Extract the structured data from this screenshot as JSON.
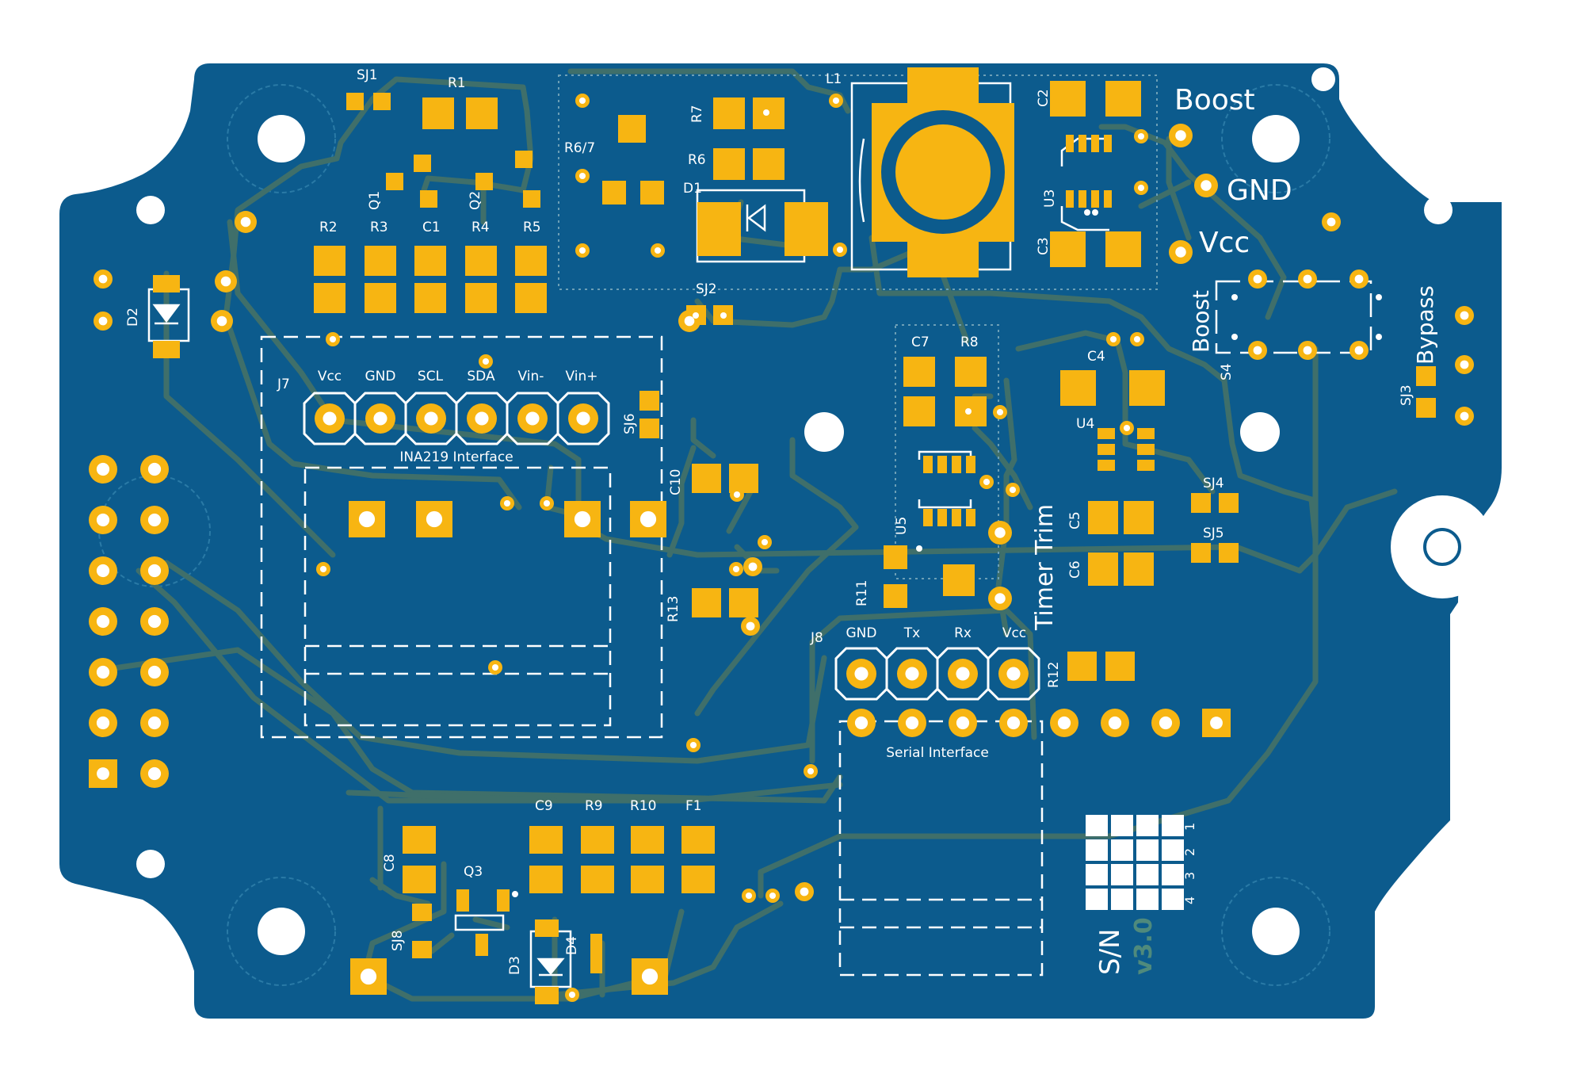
{
  "colors": {
    "background": "#ffffff",
    "board": "#0c5b8d",
    "trace": "#3f6f6a",
    "pad": "#f7b512",
    "silkscreen": "#ffffff",
    "drill": "#ffffff",
    "version_text": "#4f8a7c"
  },
  "designators": {
    "sj1": "SJ1",
    "r1": "R1",
    "l1": "L1",
    "c2": "C2",
    "r7": "R7",
    "r67": "R6/7",
    "r6": "R6",
    "d1": "D1",
    "q1": "Q1",
    "q2": "Q2",
    "u3": "U3",
    "r2": "R2",
    "r3": "R3",
    "c1": "C1",
    "r4": "R4",
    "r5": "R5",
    "c3": "C3",
    "sj2": "SJ2",
    "d2": "D2",
    "j7": "J7",
    "sj6": "SJ6",
    "c7": "C7",
    "r8": "R8",
    "c4": "C4",
    "u4": "U4",
    "s4": "S4",
    "sj3": "SJ3",
    "sj4": "SJ4",
    "sj5": "SJ5",
    "c10": "C10",
    "u5": "U5",
    "c5": "C5",
    "c6": "C6",
    "r11": "R11",
    "r13": "R13",
    "j8": "J8",
    "r12": "R12",
    "c9": "C9",
    "r9": "R9",
    "r10": "R10",
    "f1": "F1",
    "c8": "C8",
    "q3": "Q3",
    "sj8": "SJ8",
    "d3": "D3",
    "d4": "D4"
  },
  "power_labels": {
    "boost": "Boost",
    "gnd": "GND",
    "vcc": "Vcc",
    "switch_boost": "Boost",
    "switch_bypass": "Bypass"
  },
  "ina219": {
    "title": "INA219 Interface",
    "pins": [
      "Vcc",
      "GND",
      "SCL",
      "SDA",
      "Vin-",
      "Vin+"
    ]
  },
  "serial": {
    "title": "Serial Interface",
    "pins": [
      "GND",
      "Tx",
      "Rx",
      "Vcc"
    ]
  },
  "timer_trim": "Timer Trim",
  "serial_number": {
    "label": "S/N",
    "version": "v3.0",
    "columns": [
      "1",
      "2",
      "3",
      "4"
    ]
  }
}
